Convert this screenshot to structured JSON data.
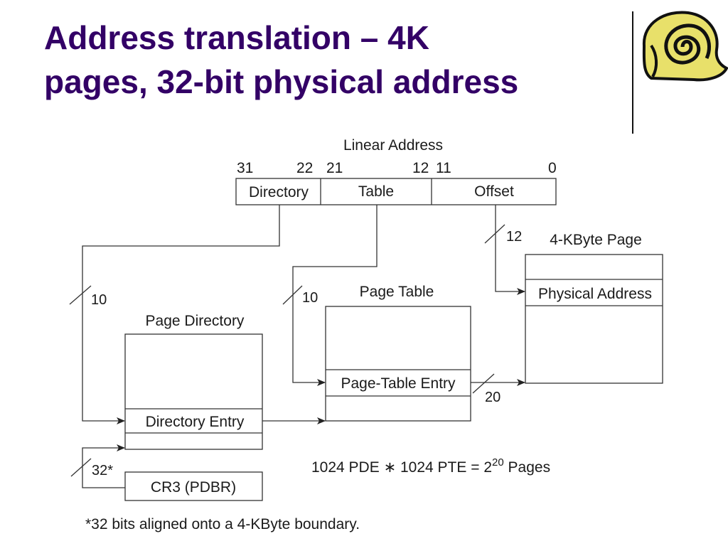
{
  "title": {
    "line1": "Address translation – 4K",
    "line2": "pages, 32-bit physical address"
  },
  "logo": {
    "icon": "snail-shell-icon"
  },
  "linear_address": {
    "label": "Linear Address",
    "bits": {
      "b31": "31",
      "b22": "22",
      "b21": "21",
      "b12": "12",
      "b11": "11",
      "b0": "0"
    },
    "fields": {
      "directory": "Directory",
      "table": "Table",
      "offset": "Offset"
    }
  },
  "widths": {
    "dir": "10",
    "table": "10",
    "offset": "12",
    "pte_out": "20",
    "cr3": "32*"
  },
  "page_directory": {
    "label": "Page Directory",
    "entry": "Directory Entry"
  },
  "page_table": {
    "label": "Page Table",
    "entry": "Page-Table Entry"
  },
  "page": {
    "label": "4-KByte Page",
    "entry": "Physical Address"
  },
  "cr3": {
    "label": "CR3 (PDBR)"
  },
  "formula": {
    "lhs": "1024 PDE ∗ 1024 PTE = 2",
    "exp": "20",
    "rhs": " Pages"
  },
  "footnote": "*32 bits aligned onto a 4-KByte boundary."
}
